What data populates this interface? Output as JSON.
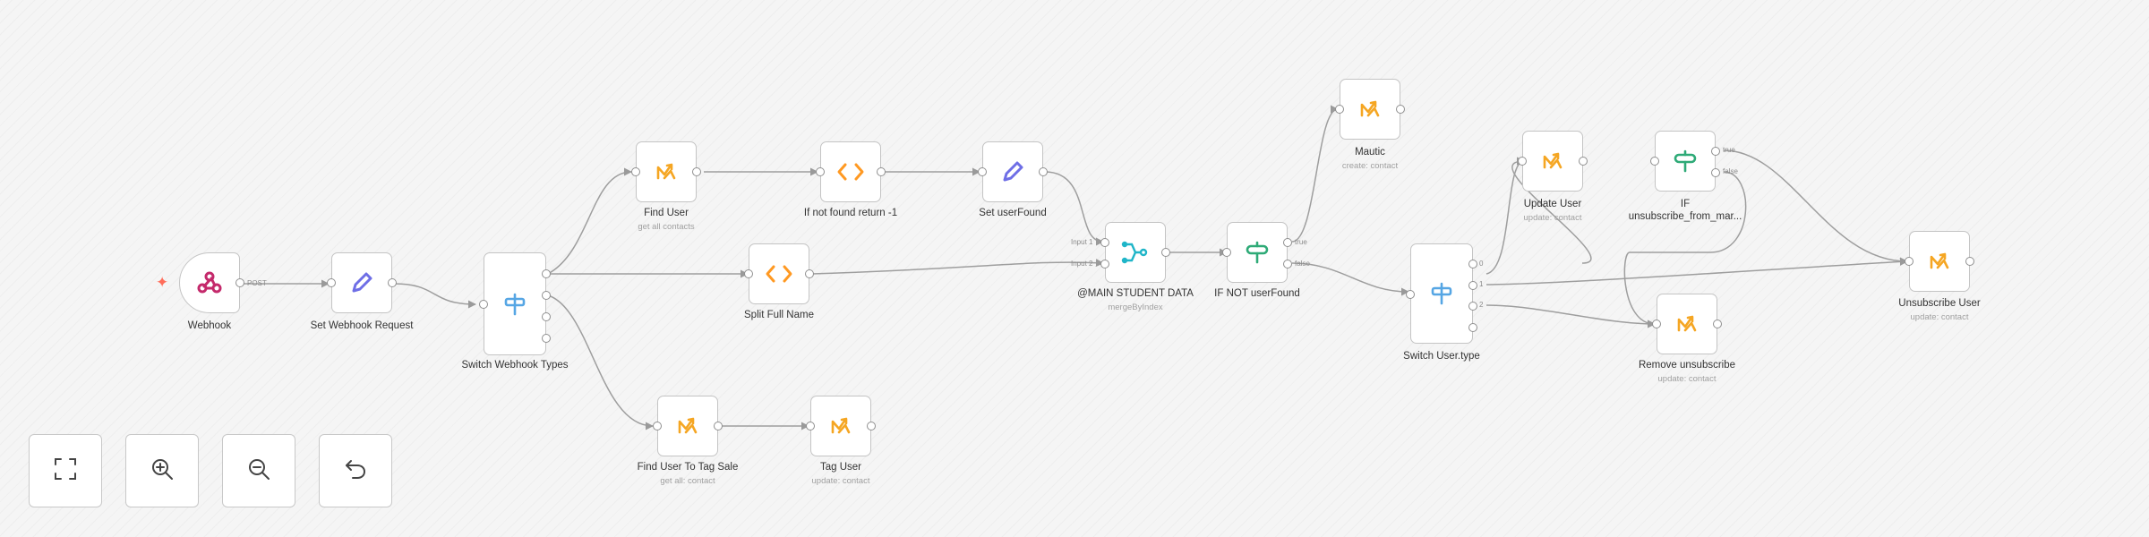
{
  "colors": {
    "mautic": "#f5a623",
    "set": "#6e6ee6",
    "code": "#ff9922",
    "switch": "#56a6e4",
    "if": "#2eaa77",
    "merge": "#1fb5c8",
    "webhook": "#c4296b",
    "trigger_bolt": "#ff6d5a"
  },
  "nodes": {
    "webhook": {
      "label": "Webhook",
      "icon": "webhook-icon",
      "port_out": "POST"
    },
    "set_webhook_request": {
      "label": "Set Webhook Request",
      "icon": "pencil-icon"
    },
    "switch_webhook_types": {
      "label": "Switch Webhook Types",
      "icon": "switch-icon"
    },
    "find_user": {
      "label": "Find User",
      "sub": "get all contacts",
      "icon": "mautic-icon"
    },
    "if_not_found": {
      "label": "If not found return -1",
      "icon": "code-icon"
    },
    "set_userfound": {
      "label": "Set userFound",
      "icon": "pencil-icon"
    },
    "split_full_name": {
      "label": "Split Full Name",
      "icon": "code-icon"
    },
    "main_student_data": {
      "label": "@MAIN STUDENT DATA",
      "sub": "mergeByIndex",
      "icon": "merge-icon",
      "port_in1": "Input 1",
      "port_in2": "Input 2"
    },
    "if_not_userfound": {
      "label": "IF NOT userFound",
      "icon": "if-icon",
      "port_true": "true",
      "port_false": "false"
    },
    "mautic": {
      "label": "Mautic",
      "sub": "create: contact",
      "icon": "mautic-icon"
    },
    "switch_user_type": {
      "label": "Switch User.type",
      "icon": "switch-icon",
      "port_0": "0",
      "port_1": "1",
      "port_2": "2"
    },
    "update_user": {
      "label": "Update User",
      "sub": "update: contact",
      "icon": "mautic-icon"
    },
    "if_unsubscribe": {
      "label": "IF",
      "label2": "unsubscribe_from_mar...",
      "icon": "if-icon",
      "port_true": "true",
      "port_false": "false"
    },
    "unsubscribe_user": {
      "label": "Unsubscribe User",
      "sub": "update: contact",
      "icon": "mautic-icon"
    },
    "remove_unsubscribe": {
      "label": "Remove unsubscribe",
      "sub": "update: contact",
      "icon": "mautic-icon"
    },
    "find_user_tag_sale": {
      "label": "Find User To Tag Sale",
      "sub": "get all: contact",
      "icon": "mautic-icon"
    },
    "tag_user": {
      "label": "Tag User",
      "sub": "update: contact",
      "icon": "mautic-icon"
    }
  },
  "controls": {
    "fit_view": "fullscreen-icon",
    "zoom_in": "zoom-in-icon",
    "zoom_out": "zoom-out-icon",
    "reset": "undo-icon"
  }
}
